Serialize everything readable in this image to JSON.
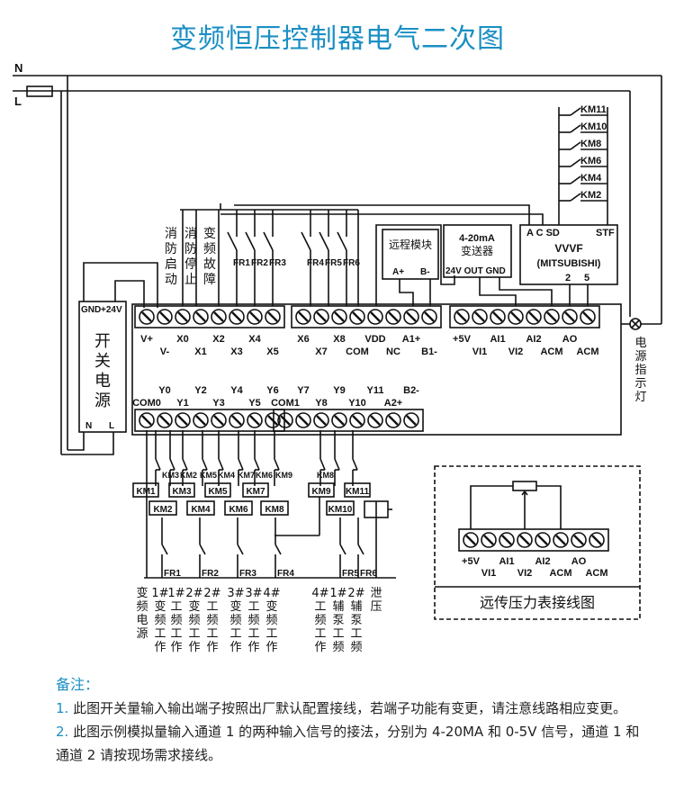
{
  "title": "变频恒压控制器电气二次图",
  "colors": {
    "accent": "#1a8fc4",
    "line": "#111111"
  },
  "power": {
    "n_label": "N",
    "l_label": "L"
  },
  "psu": {
    "gnd": "GND",
    "v24": "+24V",
    "name": [
      "开",
      "关",
      "电",
      "源"
    ],
    "n": "N",
    "l": "L"
  },
  "inputs_top": {
    "labels": [
      "消防启动",
      "消防停止",
      "变频故障"
    ],
    "fr": [
      "FR1",
      "FR2",
      "FR3",
      "FR4",
      "FR5",
      "FR6"
    ]
  },
  "remote_module": {
    "name": "远程模块",
    "a": "A+",
    "b": "B-"
  },
  "transmitter": {
    "line1": "4-20mA",
    "line2": "变送器",
    "pins": "24V OUT GND"
  },
  "vvvf": {
    "pins_left": "A  C  SD",
    "pin_stf": "STF",
    "name": "VVVF",
    "brand": "(MITSUBISHI)",
    "p2": "2",
    "p5": "5"
  },
  "km_contacts_right": [
    "KM11",
    "KM10",
    "KM8",
    "KM6",
    "KM4",
    "KM2"
  ],
  "indicator": {
    "label": [
      "电",
      "源",
      "指",
      "示",
      "灯"
    ]
  },
  "terminals_top": {
    "block1": {
      "upper": [
        "V+",
        "X0",
        "X2",
        "X4"
      ],
      "lower": [
        "V-",
        "X1",
        "X3",
        "X5"
      ]
    },
    "block2": {
      "upper": [
        "X6",
        "X8",
        "VDD",
        "A1+"
      ],
      "lower": [
        "X7",
        "COM",
        "NC",
        "B1-"
      ]
    },
    "block3": {
      "upper": [
        "+5V",
        "AI1",
        "AI2",
        "AO"
      ],
      "lower": [
        "VI1",
        "VI2",
        "ACM",
        "ACM"
      ]
    }
  },
  "terminals_bottom": {
    "block1": {
      "upper": [
        "Y0",
        "Y2",
        "Y4",
        "Y6"
      ],
      "lower": [
        "COM0",
        "Y1",
        "Y3",
        "Y5"
      ]
    },
    "block2": {
      "upper": [
        "Y7",
        "Y9",
        "Y11",
        "B2-"
      ],
      "lower": [
        "COM1",
        "Y8",
        "Y10",
        "A2+"
      ]
    }
  },
  "interlocks": [
    "KM3",
    "KM2",
    "KM5",
    "KM4",
    "KM7",
    "KM6",
    "KM9",
    "KM8"
  ],
  "coils_row1": [
    "KM1",
    "KM3",
    "KM5",
    "KM7",
    "KM9",
    "KM11"
  ],
  "coils_row2": [
    "KM2",
    "KM4",
    "KM6",
    "KM8",
    "KM10"
  ],
  "fr_bottom": [
    "FR1",
    "FR2",
    "FR3",
    "FR4",
    "FR5",
    "FR6"
  ],
  "output_labels": [
    [
      "变",
      "频",
      "电",
      "源",
      ""
    ],
    [
      "1#",
      "变",
      "频",
      "工",
      "作"
    ],
    [
      "1#",
      "工",
      "频",
      "工",
      "作"
    ],
    [
      "2#",
      "变",
      "频",
      "工",
      "作"
    ],
    [
      "2#",
      "工",
      "频",
      "工",
      "作"
    ],
    [
      "3#",
      "变",
      "频",
      "工",
      "作"
    ],
    [
      "3#",
      "工",
      "频",
      "工",
      "作"
    ],
    [
      "4#",
      "变",
      "频",
      "工",
      "作"
    ],
    [
      "4#",
      "工",
      "频",
      "工",
      "作"
    ],
    [
      "1#",
      "辅",
      "泵",
      "工",
      "频"
    ],
    [
      "2#",
      "辅",
      "泵",
      "工",
      "频"
    ],
    [
      "泄",
      "压",
      "",
      "",
      ""
    ]
  ],
  "inset": {
    "title": "远传压力表接线图",
    "upper": [
      "+5V",
      "AI1",
      "AI2",
      "AO"
    ],
    "lower": [
      "VI1",
      "VI2",
      "ACM",
      "ACM"
    ]
  },
  "notes": {
    "heading": "备注：",
    "items": [
      {
        "num": "1.",
        "text": "此图开关量输入输出端子按照出厂默认配置接线，若端子功能有变更，请注意线路相应变更。"
      },
      {
        "num": "2.",
        "text": "此图示例模拟量输入通道 1 的两种输入信号的接法，分别为 4-20MA 和 0-5V 信号，通道 1 和通道 2 请按现场需求接线。"
      }
    ]
  }
}
